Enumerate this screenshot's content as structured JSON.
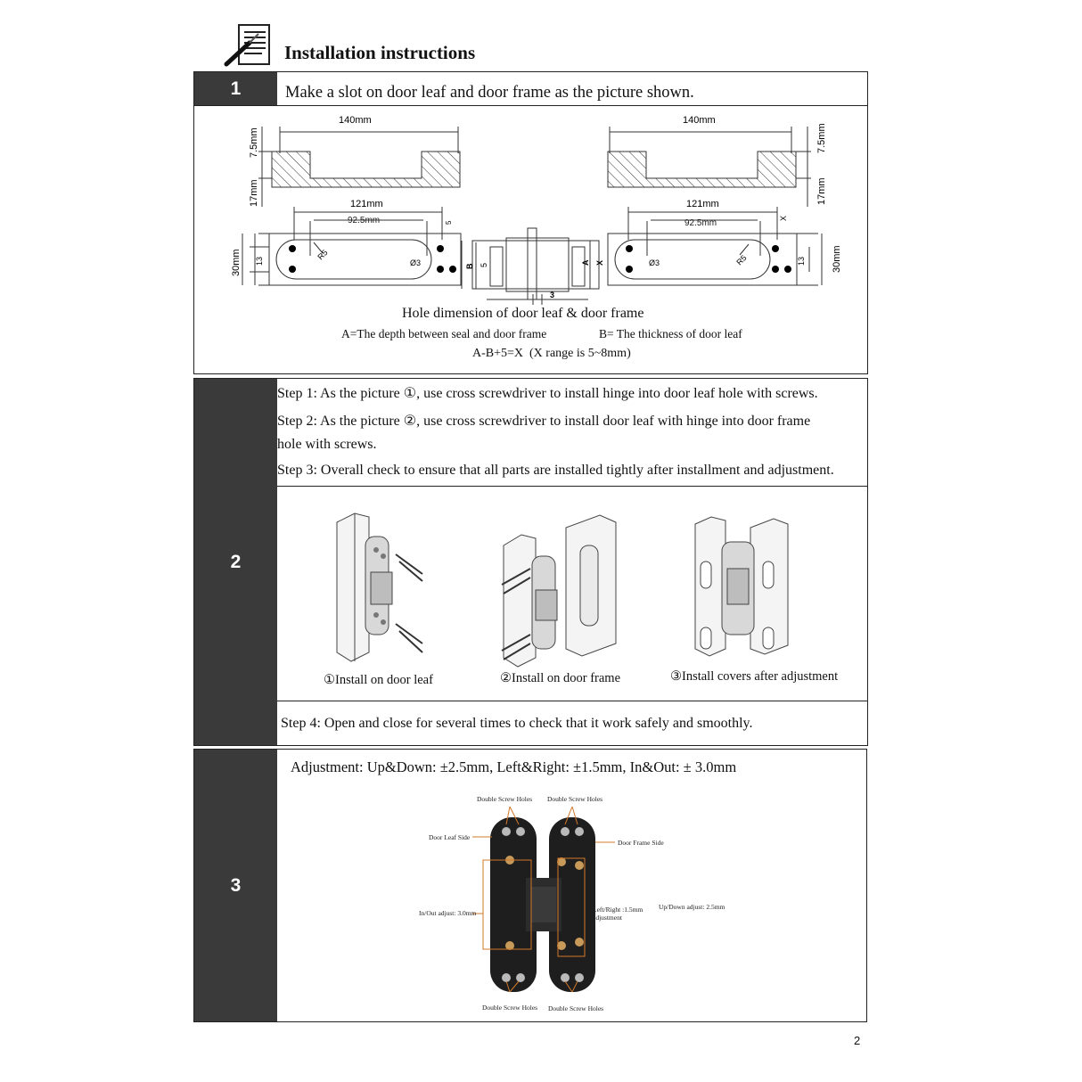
{
  "header": {
    "title": "Installation instructions",
    "icon": "document-pen-icon"
  },
  "section1": {
    "number": "1",
    "heading": "Make a slot on door leaf and door frame as the picture shown.",
    "dims": {
      "width_140": "140mm",
      "d_7_5": "7.5mm",
      "d_17": "17mm",
      "d_30": "30mm",
      "d_121": "121mm",
      "d_92_5": "92.5mm",
      "d_13": "13",
      "d_5": "5",
      "d_r5": "R5",
      "d_phi3": "Ø3",
      "d_3": "3",
      "label_a": "A",
      "label_b": "B",
      "label_x": "X"
    },
    "caption": "Hole dimension of door leaf & door frame",
    "note_a": "A=The depth between seal and door frame",
    "note_b": "B= The thickness of door leaf",
    "formula": "A-B+5=X  (X range is 5~8mm)"
  },
  "section2": {
    "number": "2",
    "steps": [
      "Step 1:  As the picture ①, use cross screwdriver to install  hinge into door leaf hole with screws.",
      "Step 2:  As the picture ②, use cross screwdriver to install door leaf with hinge into door frame",
      "hole with screws.",
      "Step 3:  Overall check to ensure that all parts are installed tightly after installment and adjustment."
    ],
    "captions": [
      "①Install on door leaf",
      "②Install on door frame",
      "③Install covers after adjustment"
    ],
    "step4": "Step 4:  Open and close for several times to check that it work safely and smoothly."
  },
  "section3": {
    "number": "3",
    "adjustment": "Adjustment:  Up&Down: ±2.5mm,  Left&Right: ±1.5mm,  In&Out: ± 3.0mm",
    "labels": {
      "double_screw_holes": "Double Screw Holes",
      "door_leaf_side": "Door Leaf Side",
      "door_frame_side": "Door Frame Side",
      "in_out": "In/Out adjust: 3.0mm",
      "left_right": "Left/Right :1.5mm",
      "left_right_2": "adjustment",
      "up_down": "Up/Down adjust: 2.5mm"
    }
  },
  "footer": {
    "page_number": "2"
  },
  "colors": {
    "number_cell": "#3a3a3a",
    "callout": "#d2782a",
    "hinge": "#1e1e1e"
  }
}
